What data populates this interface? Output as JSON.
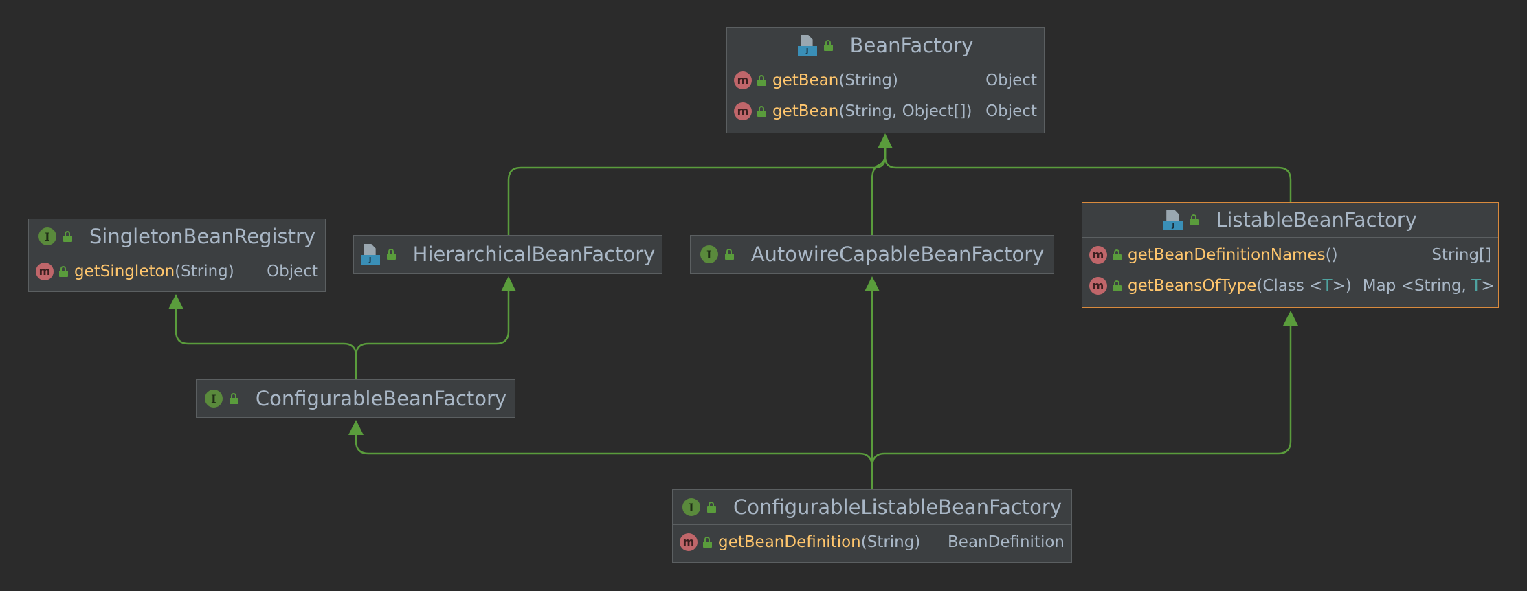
{
  "colors": {
    "background": "#2b2b2b",
    "node_fill": "#3c3f41",
    "edge": "#5a9c3c",
    "method_name": "#ffc66d",
    "text": "#a9b7c6",
    "selected_border": "#d98a3d"
  },
  "nodes": {
    "bean_factory": {
      "name": "BeanFactory",
      "icon": "java-file-icon",
      "members": [
        {
          "name": "getBean",
          "params": "(String)",
          "ret": "Object"
        },
        {
          "name": "getBean",
          "params": "(String, Object[])",
          "ret": "Object"
        }
      ]
    },
    "singleton_bean_registry": {
      "name": "SingletonBeanRegistry",
      "icon": "interface-icon",
      "members": [
        {
          "name": "getSingleton",
          "params": "(String)",
          "ret": "Object"
        }
      ]
    },
    "hierarchical_bean_factory": {
      "name": "HierarchicalBeanFactory",
      "icon": "java-file-icon"
    },
    "autowire_capable_bean_factory": {
      "name": "AutowireCapableBeanFactory",
      "icon": "interface-icon"
    },
    "listable_bean_factory": {
      "name": "ListableBeanFactory",
      "icon": "java-file-icon",
      "members": [
        {
          "name": "getBeanDefinitionNames",
          "params": "()",
          "ret": "String[]"
        },
        {
          "name": "getBeansOfType",
          "params_pre": "(Class <",
          "tp": "T",
          "params_post": ">)",
          "ret_pre": "Map <String, ",
          "ret_tp": "T",
          "ret_post": ">"
        }
      ]
    },
    "configurable_bean_factory": {
      "name": "ConfigurableBeanFactory",
      "icon": "interface-icon"
    },
    "configurable_listable_bean_factory": {
      "name": "ConfigurableListableBeanFactory",
      "icon": "interface-icon",
      "members": [
        {
          "name": "getBeanDefinition",
          "params": "(String)",
          "ret": "BeanDefinition"
        }
      ]
    }
  },
  "icon_glyphs": {
    "interface": "I",
    "method": "m",
    "file_badge": "J"
  }
}
